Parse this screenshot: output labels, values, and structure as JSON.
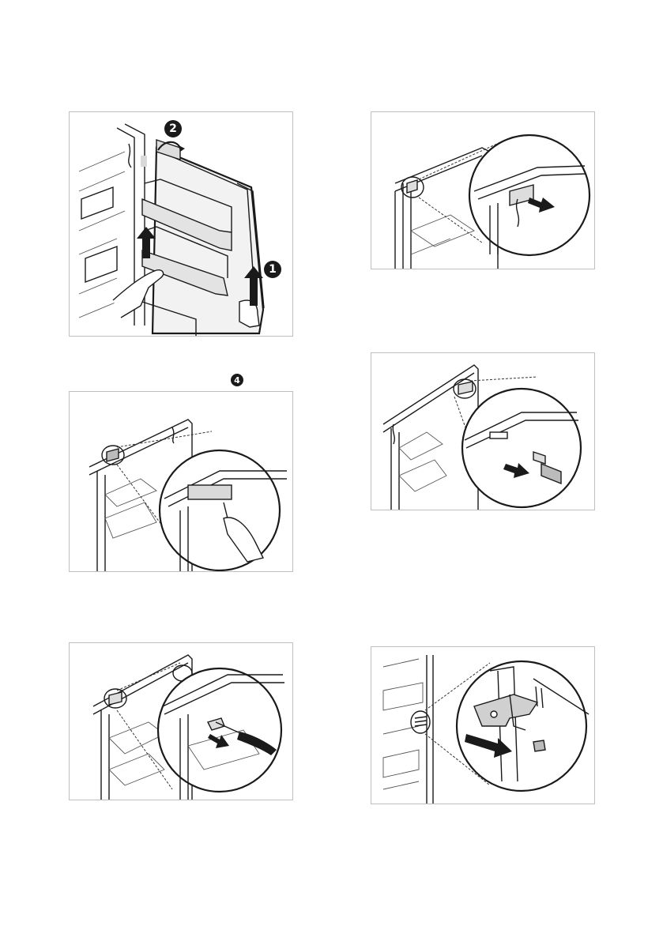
{
  "badges": {
    "fig1_step1": "1",
    "fig1_step2": "2",
    "fig2_step4": "4"
  },
  "figures": [
    {
      "id": "fig1",
      "icon": "door-lift-off-illustration"
    },
    {
      "id": "fig2",
      "icon": "cover-removal-illustration"
    },
    {
      "id": "fig3",
      "icon": "screwdriver-pry-illustration"
    },
    {
      "id": "fig4",
      "icon": "cap-insert-illustration"
    },
    {
      "id": "fig5",
      "icon": "screw-removal-illustration"
    },
    {
      "id": "fig6",
      "icon": "hinge-removal-illustration"
    }
  ]
}
